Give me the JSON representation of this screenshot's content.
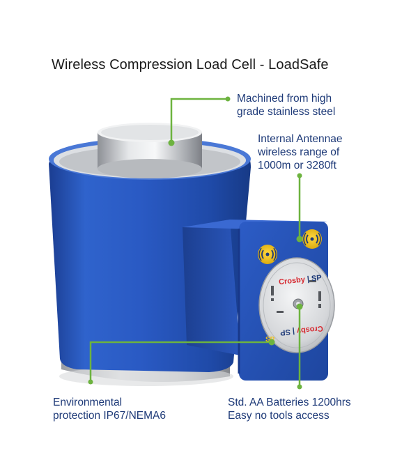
{
  "title": "Wireless Compression Load Cell - LoadSafe",
  "callouts": {
    "steel": {
      "line1": "Machined from high",
      "line2": "grade stainless steel"
    },
    "antenna": {
      "line1": "Internal Antennae",
      "line2": "wireless range of",
      "line3": "1000m or 3280ft"
    },
    "environment": {
      "line1": "Environmental",
      "line2": "protection IP67/NEMA6"
    },
    "batteries": {
      "line1": "Std. AA Batteries 1200hrs",
      "line2": "Easy no tools access"
    }
  },
  "logo": {
    "brand_a": "Crosby",
    "brand_b": "SP"
  },
  "colors": {
    "body_blue": "#2350b8",
    "leader_green": "#6db33f",
    "text_blue": "#1e3a78",
    "antenna_yellow": "#f2c21b",
    "logo_red": "#d7282f"
  },
  "icons": [
    "wireless-signal-icon",
    "wireless-signal-icon",
    "brand-logo"
  ]
}
